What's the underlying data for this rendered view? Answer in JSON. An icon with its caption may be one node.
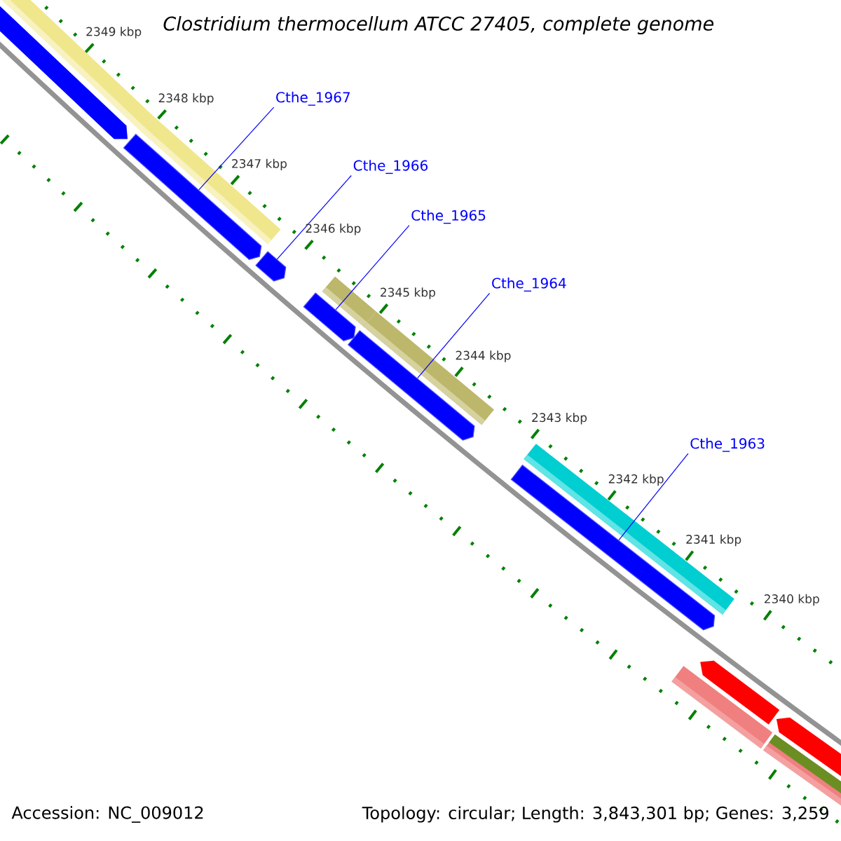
{
  "diagram": {
    "title": "Clostridium thermocellum ATCC 27405, complete genome",
    "nodes": [
      {
        "text": [
          "Cthe_1967"
        ]
      },
      {
        "text": [
          "Cthe_1966"
        ]
      },
      {
        "text": [
          "Cthe_1965"
        ]
      },
      {
        "text": [
          "Cthe_1964"
        ]
      },
      {
        "text": [
          "Cthe_1963"
        ]
      },
      {
        "text": [],
        "shape": "arrow"
      },
      {
        "text": [],
        "shape": "arrow"
      },
      {
        "text": [],
        "shape": "arrow"
      },
      {
        "text": [],
        "shape": "arrow"
      },
      {
        "text": [],
        "shape": "arrow"
      }
    ],
    "edges": [
      {
        "from": 0,
        "to": 5,
        "arrow": "none"
      },
      {
        "from": 1,
        "to": 6,
        "arrow": "none"
      },
      {
        "from": 2,
        "to": 7,
        "arrow": "none"
      },
      {
        "from": 3,
        "to": 8,
        "arrow": "none"
      },
      {
        "from": 4,
        "to": 9,
        "arrow": "none"
      }
    ],
    "labels": [
      "2349 kbp",
      "2348 kbp",
      "2347 kbp",
      "2346 kbp",
      "2345 kbp",
      "2344 kbp",
      "2343 kbp",
      "2342 kbp",
      "2341 kbp",
      "2340 kbp",
      "Accession: NC_009012",
      "Topology: circular; Length: 3,843,301 bp; Genes: 3,259"
    ]
  }
}
